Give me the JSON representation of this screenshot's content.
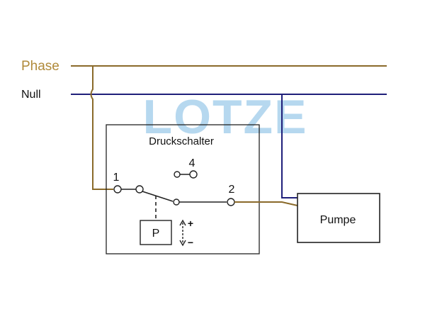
{
  "lines": {
    "phase_label": "Phase",
    "null_label": "Null"
  },
  "watermark": {
    "text": "LOTZE"
  },
  "pressure_switch": {
    "title": "Druckschalter",
    "terminal_1": "1",
    "terminal_2": "2",
    "terminal_4": "4",
    "sensor_label": "P",
    "plus_sign": "+",
    "minus_sign": "−"
  },
  "pump": {
    "label": "Pumpe"
  },
  "colors": {
    "phase_wire": "#8a6a2a",
    "null_wire": "#1f1f7a",
    "phase_text": "#b08a3a",
    "watermark": "#9ecbea",
    "outline": "#222222"
  }
}
